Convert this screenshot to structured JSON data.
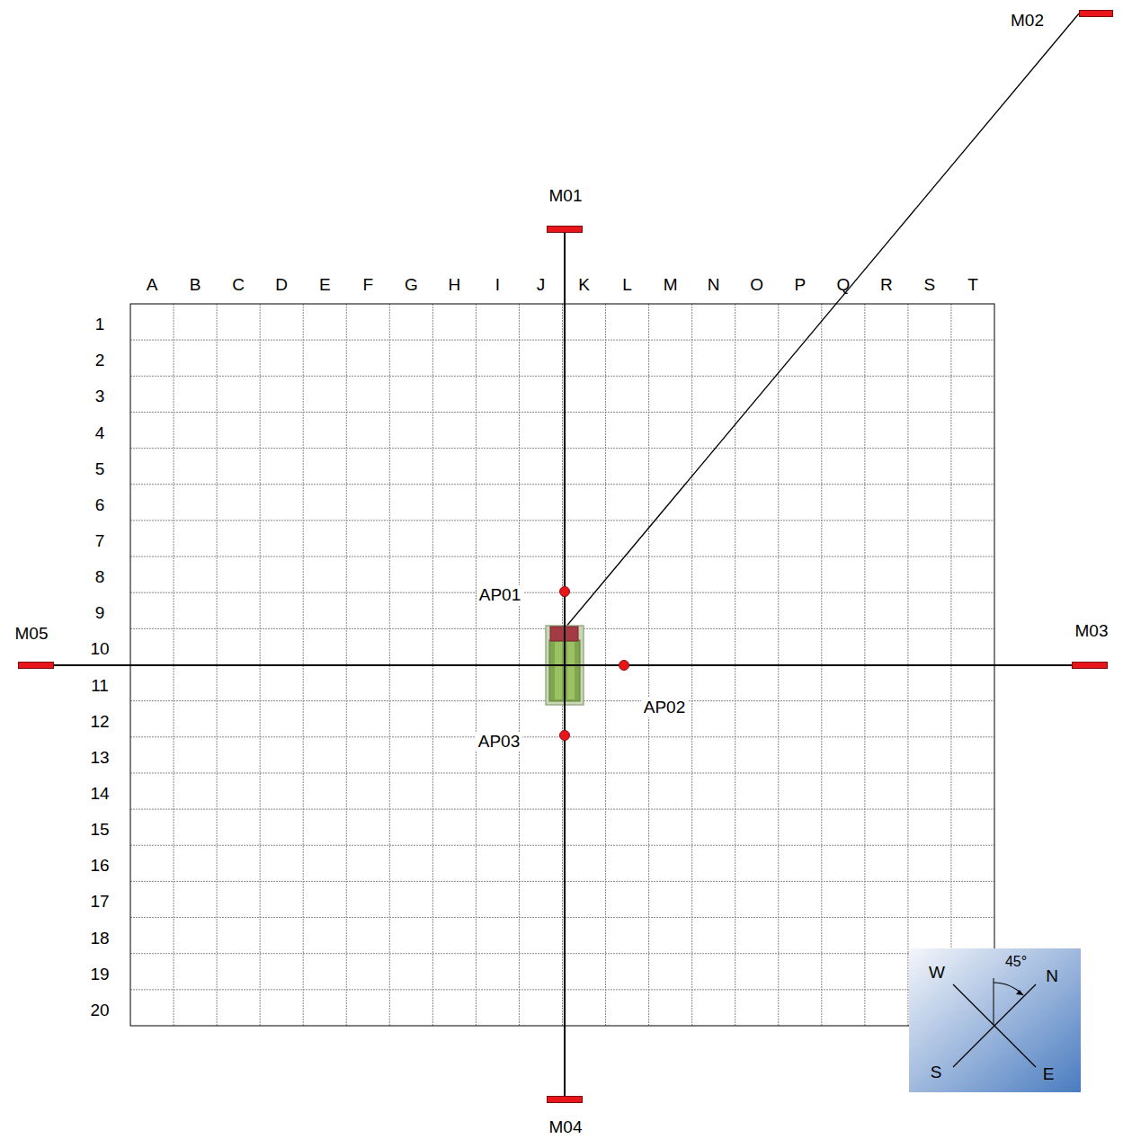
{
  "diagram": {
    "nodes": [
      {
        "text": [
          "M02"
        ]
      },
      {
        "text": [
          "M01"
        ]
      },
      {
        "text": [
          "AP01"
        ]
      },
      {
        "text": [
          "M05"
        ]
      },
      {
        "text": [
          "M03"
        ]
      },
      {
        "text": [
          "AP02"
        ]
      },
      {
        "text": [
          "AP03"
        ]
      },
      {
        "text": [
          "M04"
        ]
      }
    ],
    "edges": [
      {
        "from": 1,
        "to": 7,
        "arrow": "none"
      },
      {
        "from": 3,
        "to": 4,
        "arrow": "none"
      }
    ],
    "labels": [
      "A",
      "B",
      "C",
      "D",
      "E",
      "F",
      "G",
      "H",
      "I",
      "J",
      "K",
      "L",
      "M",
      "N",
      "O",
      "P",
      "Q",
      "R",
      "S",
      "T",
      "1",
      "2",
      "3",
      "4",
      "5",
      "6",
      "7",
      "8",
      "9",
      "10",
      "11",
      "12",
      "13",
      "14",
      "15",
      "16",
      "17",
      "18",
      "19",
      "20",
      "W",
      "N",
      "S",
      "E",
      "45°"
    ]
  }
}
